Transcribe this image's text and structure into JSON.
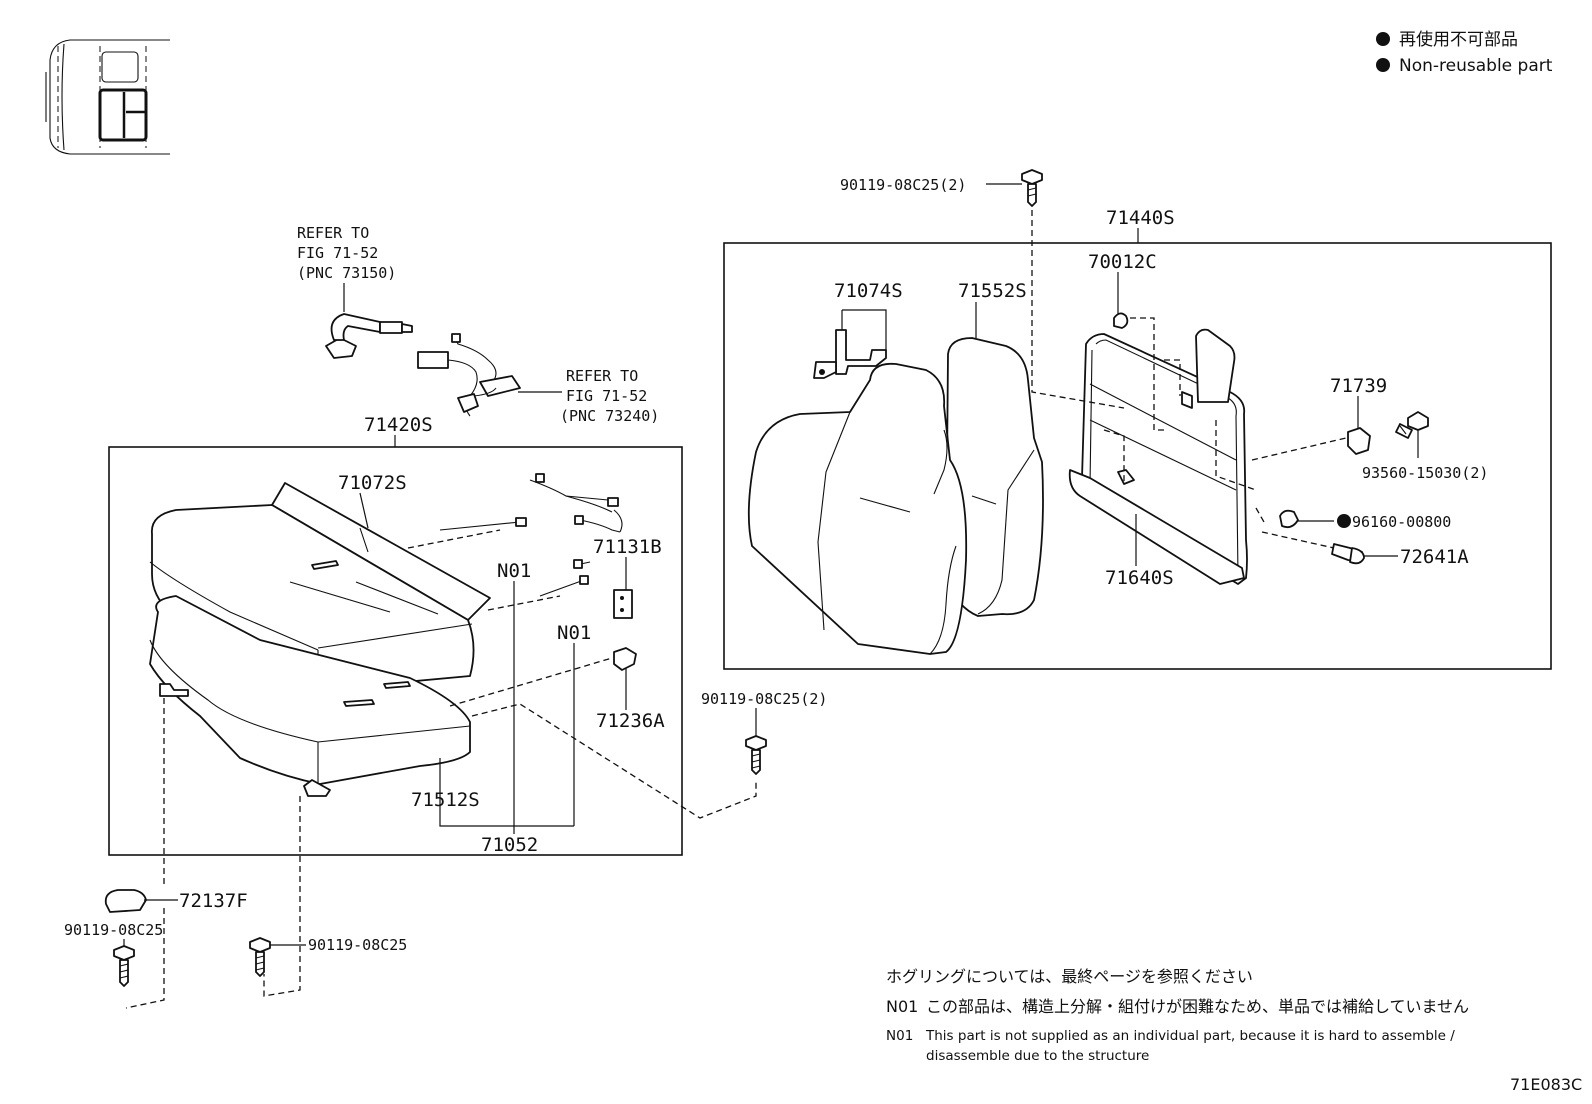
{
  "legend": {
    "jp": "再使用不可部品",
    "en": "Non-reusable part"
  },
  "refer": {
    "belt": {
      "line1": "REFER TO",
      "line2": "FIG 71-52",
      "line3": "(PNC 73150)"
    },
    "buckle": {
      "line1": "REFER TO",
      "line2": "FIG 71-52",
      "line3": "(PNC 73240)"
    }
  },
  "parts": {
    "p71420S": "71420S",
    "p71072S": "71072S",
    "p71131B": "71131B",
    "n01_a": "N01",
    "n01_b": "N01",
    "p71236A": "71236A",
    "p71512S": "71512S",
    "p71052": "71052",
    "p72137F": "72137F",
    "bolt_left": "90119-08C25",
    "bolt_mid": "90119-08C25",
    "bolt_center": "90119-08C25(2)",
    "bolt_top": "90119-08C25(2)",
    "p71440S": "71440S",
    "p71074S": "71074S",
    "p71552S": "71552S",
    "p70012C": "70012C",
    "p71739": "71739",
    "p93560": "93560-15030(2)",
    "p96160": "96160-00800",
    "p72641A": "72641A",
    "p71640S": "71640S"
  },
  "notes": {
    "hog_ring": "ホグリングについては、最終ページを参照ください",
    "n01_jp_tag": "N01",
    "n01_jp": "この部品は、構造上分解・組付けが困難なため、単品では補給していません",
    "n01_en_tag": "N01",
    "n01_en_line1": "This part is not supplied as an individual part, because it is hard to assemble /",
    "n01_en_line2": "disassemble due to the structure"
  },
  "figure_code": "71E083C"
}
